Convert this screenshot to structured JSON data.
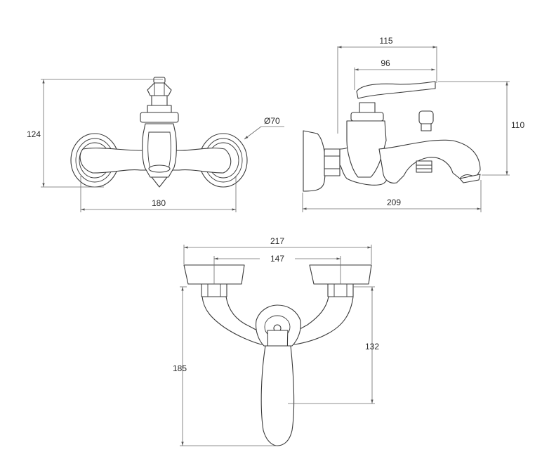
{
  "dimensions": {
    "front_height": "124",
    "front_width": "180",
    "escutcheon_diameter": "Ø70",
    "side_reach": "115",
    "side_lever": "96",
    "side_height": "110",
    "side_depth": "209",
    "top_width": "217",
    "top_centers": "147",
    "top_depth": "185",
    "top_lever": "132"
  },
  "colors": {
    "line": "#3a3a3a",
    "dimension": "#6a6a6a",
    "background": "#ffffff"
  }
}
